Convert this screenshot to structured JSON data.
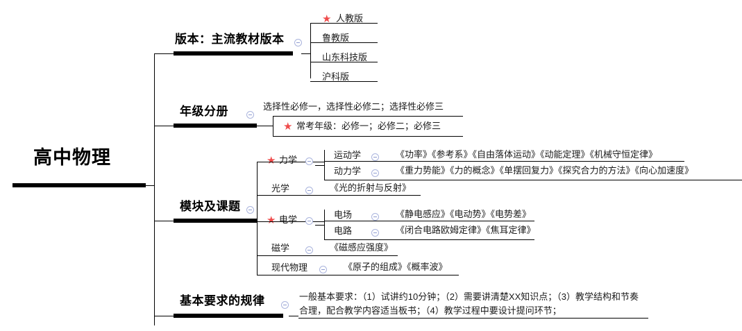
{
  "map": {
    "root": {
      "label": "高中物理"
    },
    "icons": {
      "star": "star-icon",
      "collapse": "collapse-toggle-icon"
    },
    "colors": {
      "star": "#ef4b4b",
      "toggle_border": "#aab4dd",
      "line": "#000000",
      "text": "#1a1a1a"
    },
    "branches": [
      {
        "label": "版本：主流教材版本",
        "children": [
          {
            "label": "人教版",
            "starred": true
          },
          {
            "label": "鲁教版",
            "starred": false
          },
          {
            "label": "山东科技版",
            "starred": false
          },
          {
            "label": "沪科版",
            "starred": false
          }
        ]
      },
      {
        "label": "年级分册",
        "children": [
          {
            "label": "选择性必修一，选择性必修二；选择性必修三",
            "starred": false
          },
          {
            "label": "常考年级：必修一；必修二；必修三",
            "starred": true
          }
        ]
      },
      {
        "label": "模块及课题",
        "children": [
          {
            "label": "力学",
            "starred": true,
            "children": [
              {
                "label": "运动学",
                "items": "《功率》《参考系》《自由落体运动》《动能定理》《机械守恒定律》"
              },
              {
                "label": "动力学",
                "items": "《重力势能》《力的概念》《单摆回复力》《探究合力的方法》《向心加速度》"
              }
            ]
          },
          {
            "label": "光学",
            "starred": false,
            "items": "《光的折射与反射》"
          },
          {
            "label": "电学",
            "starred": true,
            "children": [
              {
                "label": "电场",
                "items": "《静电感应》《电动势》《电势差》"
              },
              {
                "label": "电路",
                "items": "《闭合电路欧姆定律》《焦耳定律》"
              }
            ]
          },
          {
            "label": "磁学",
            "starred": false,
            "items": "《磁感应强度》"
          },
          {
            "label": "现代物理",
            "starred": false,
            "items": "《原子的组成》《概率波》"
          }
        ]
      },
      {
        "label": "基本要求的规律",
        "children": [
          {
            "label": "一般基本要求：（1）试讲约10分钟；（2）需要讲清楚XX知识点；（3）教学结构和节奏合理，配合教学内容适当板书；（4）教学过程中要设计提问环节；",
            "starred": false
          }
        ]
      }
    ]
  }
}
